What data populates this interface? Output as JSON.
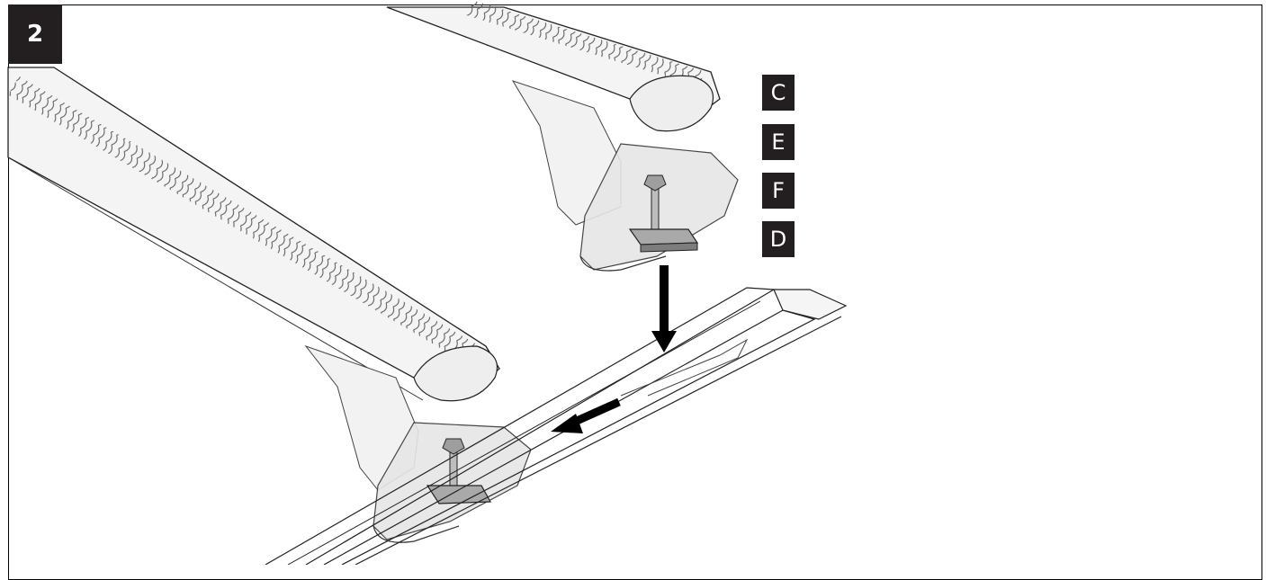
{
  "step": {
    "number": "2"
  },
  "parts": [
    "C",
    "E",
    "F",
    "D"
  ],
  "colors": {
    "badge_bg": "#231f20",
    "line": "#1a1a1a",
    "fill": "#f2f2f2",
    "shade": "#cfcfcf",
    "arrow": "#000000"
  }
}
